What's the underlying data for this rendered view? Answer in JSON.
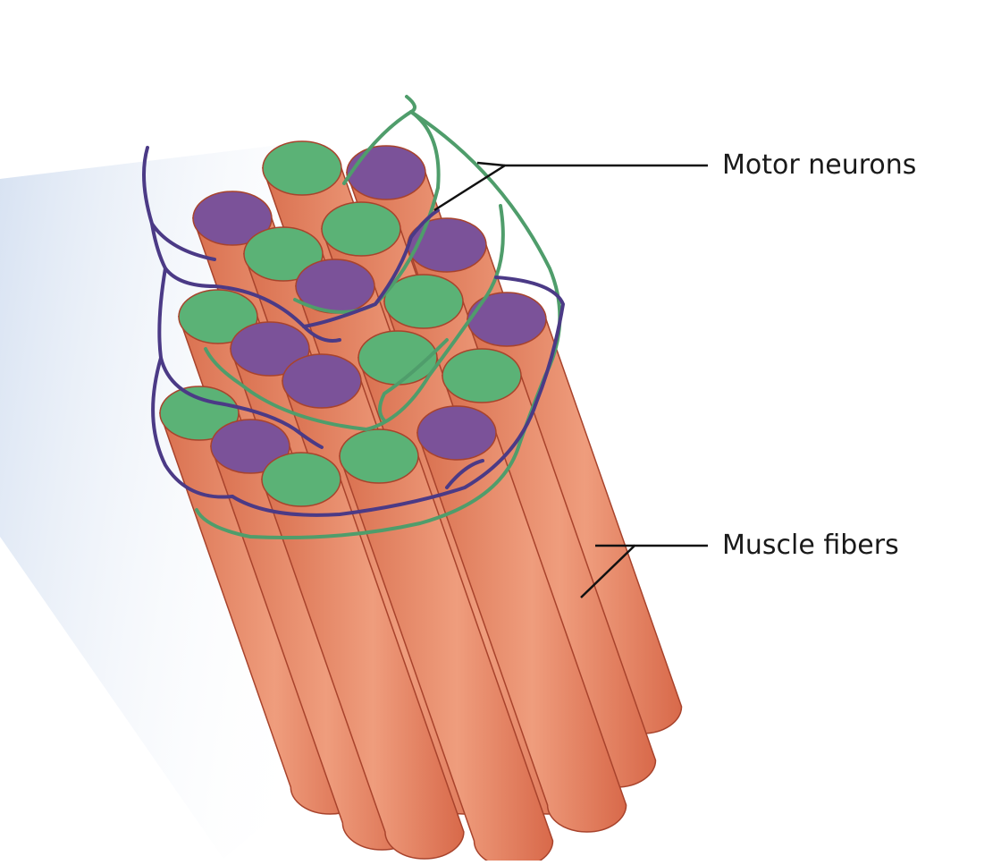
{
  "labels": {
    "motor_neurons": "Motor neurons",
    "muscle_fibers": "Muscle fibers"
  },
  "legend": [
    {
      "key": "motor_neurons",
      "icon": "motor-neuron-icon"
    },
    {
      "key": "muscle_fibers",
      "icon": "muscle-fiber-icon"
    }
  ],
  "colors": {
    "fiber_body": "#e5805f",
    "fiber_highlight": "#f0a585",
    "fiber_outline": "#a8432c",
    "motor_unit_green": "#5bb276",
    "motor_unit_purple": "#7b5299",
    "neuron_green": "#4f9d6b",
    "neuron_purple": "#4b3a86",
    "background_wedge": "#dbe5f3",
    "leader_line": "#111111"
  }
}
